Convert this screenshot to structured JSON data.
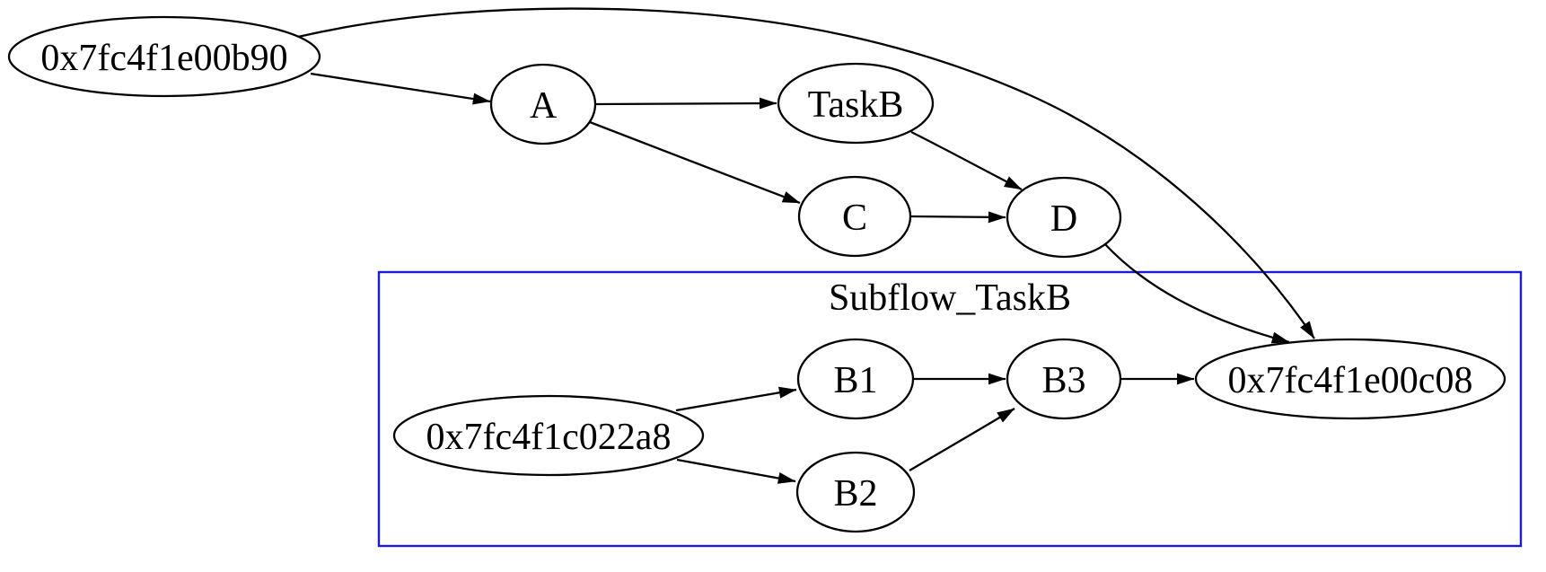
{
  "diagram": {
    "type": "task-dependency-graph",
    "background_color": "#ffffff",
    "node_fill": "#ffffff",
    "node_stroke": "#000000",
    "edge_color": "#000000",
    "cluster": {
      "label": "Subflow_TaskB",
      "border_color": "#1a1ae0"
    },
    "nodes": [
      {
        "id": "0x7fc4f1e00b90",
        "label": "0x7fc4f1e00b90"
      },
      {
        "id": "A",
        "label": "A"
      },
      {
        "id": "TaskB",
        "label": "TaskB"
      },
      {
        "id": "C",
        "label": "C"
      },
      {
        "id": "D",
        "label": "D"
      },
      {
        "id": "0x7fc4f1c022a8",
        "label": "0x7fc4f1c022a8"
      },
      {
        "id": "B1",
        "label": "B1"
      },
      {
        "id": "B2",
        "label": "B2"
      },
      {
        "id": "B3",
        "label": "B3"
      },
      {
        "id": "0x7fc4f1e00c08",
        "label": "0x7fc4f1e00c08"
      }
    ],
    "edges": [
      {
        "from": "0x7fc4f1e00b90",
        "to": "A"
      },
      {
        "from": "0x7fc4f1e00b90",
        "to": "0x7fc4f1e00c08"
      },
      {
        "from": "A",
        "to": "TaskB"
      },
      {
        "from": "A",
        "to": "C"
      },
      {
        "from": "TaskB",
        "to": "D"
      },
      {
        "from": "C",
        "to": "D"
      },
      {
        "from": "D",
        "to": "0x7fc4f1e00c08"
      },
      {
        "from": "0x7fc4f1c022a8",
        "to": "B1"
      },
      {
        "from": "0x7fc4f1c022a8",
        "to": "B2"
      },
      {
        "from": "B1",
        "to": "B3"
      },
      {
        "from": "B2",
        "to": "B3"
      },
      {
        "from": "B3",
        "to": "0x7fc4f1e00c08"
      }
    ]
  }
}
